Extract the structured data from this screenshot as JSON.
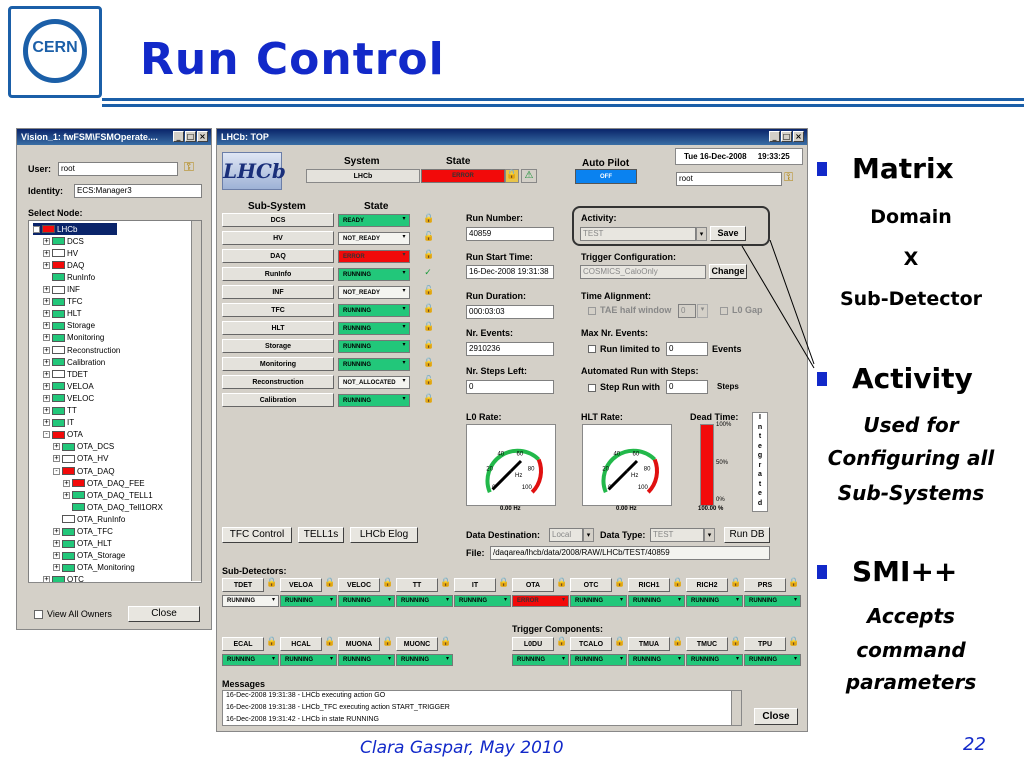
{
  "slide": {
    "title": "Run Control",
    "logo_text": "CERN",
    "footer": "Clara Gaspar, May 2010",
    "page_number": "22",
    "bullets": [
      {
        "head": "Matrix",
        "lines": [
          "Domain",
          "X",
          "Sub-Detector"
        ]
      },
      {
        "head": "Activity",
        "lines": [
          "Used for",
          "Configuring all",
          "Sub-Systems"
        ]
      },
      {
        "head": "SMI++",
        "lines": [
          "Accepts",
          "command",
          "parameters"
        ]
      }
    ]
  },
  "vision": {
    "title": "Vision_1: fwFSM\\FSMOperate....",
    "user_label": "User:",
    "user_value": "root",
    "identity_label": "Identity:",
    "identity_value": "ECS:Manager3",
    "select_node_label": "Select Node:",
    "view_all_owners": "View All Owners",
    "close": "Close",
    "tree": [
      {
        "label": "LHCb",
        "indent": 0,
        "pm": "-",
        "color": "#f20a0a",
        "selected": true
      },
      {
        "label": "DCS",
        "indent": 1,
        "pm": "+",
        "color": "#22c77a"
      },
      {
        "label": "HV",
        "indent": 1,
        "pm": "+",
        "color": "#ffffff"
      },
      {
        "label": "DAQ",
        "indent": 1,
        "pm": "+",
        "color": "#f20a0a"
      },
      {
        "label": "RunInfo",
        "indent": 1,
        "pm": "",
        "color": "#22c77a"
      },
      {
        "label": "INF",
        "indent": 1,
        "pm": "+",
        "color": "#ffffff"
      },
      {
        "label": "TFC",
        "indent": 1,
        "pm": "+",
        "color": "#22c77a"
      },
      {
        "label": "HLT",
        "indent": 1,
        "pm": "+",
        "color": "#22c77a"
      },
      {
        "label": "Storage",
        "indent": 1,
        "pm": "+",
        "color": "#22c77a"
      },
      {
        "label": "Monitoring",
        "indent": 1,
        "pm": "+",
        "color": "#22c77a"
      },
      {
        "label": "Reconstruction",
        "indent": 1,
        "pm": "+",
        "color": "#ffffff"
      },
      {
        "label": "Calibration",
        "indent": 1,
        "pm": "+",
        "color": "#22c77a"
      },
      {
        "label": "TDET",
        "indent": 1,
        "pm": "+",
        "color": "#ffffff"
      },
      {
        "label": "VELOA",
        "indent": 1,
        "pm": "+",
        "color": "#22c77a"
      },
      {
        "label": "VELOC",
        "indent": 1,
        "pm": "+",
        "color": "#22c77a"
      },
      {
        "label": "TT",
        "indent": 1,
        "pm": "+",
        "color": "#22c77a"
      },
      {
        "label": "IT",
        "indent": 1,
        "pm": "+",
        "color": "#22c77a"
      },
      {
        "label": "OTA",
        "indent": 1,
        "pm": "-",
        "color": "#f20a0a"
      },
      {
        "label": "OTA_DCS",
        "indent": 2,
        "pm": "+",
        "color": "#22c77a"
      },
      {
        "label": "OTA_HV",
        "indent": 2,
        "pm": "+",
        "color": "#ffffff"
      },
      {
        "label": "OTA_DAQ",
        "indent": 2,
        "pm": "-",
        "color": "#f20a0a"
      },
      {
        "label": "OTA_DAQ_FEE",
        "indent": 3,
        "pm": "+",
        "color": "#f20a0a"
      },
      {
        "label": "OTA_DAQ_TELL1",
        "indent": 3,
        "pm": "+",
        "color": "#22c77a"
      },
      {
        "label": "OTA_DAQ_Tell1ORX",
        "indent": 3,
        "pm": "",
        "color": "#22c77a"
      },
      {
        "label": "OTA_RunInfo",
        "indent": 2,
        "pm": "",
        "color": "#ffffff"
      },
      {
        "label": "OTA_TFC",
        "indent": 2,
        "pm": "+",
        "color": "#22c77a"
      },
      {
        "label": "OTA_HLT",
        "indent": 2,
        "pm": "+",
        "color": "#22c77a"
      },
      {
        "label": "OTA_Storage",
        "indent": 2,
        "pm": "+",
        "color": "#22c77a"
      },
      {
        "label": "OTA_Monitoring",
        "indent": 2,
        "pm": "+",
        "color": "#22c77a"
      },
      {
        "label": "OTC",
        "indent": 1,
        "pm": "+",
        "color": "#22c77a"
      }
    ]
  },
  "top": {
    "title": "LHCb: TOP",
    "lhcb_logo": "LHCb",
    "system_label": "System",
    "state_label": "State",
    "system_value": "LHCb",
    "state_value": "ERROR",
    "autopilot_label": "Auto Pilot",
    "autopilot_value": "OFF",
    "date": "Tue 16-Dec-2008",
    "time": "19:33:25",
    "user_value": "root",
    "subsystem_label": "Sub-System",
    "subsystem_state_label": "State",
    "subsystems": [
      {
        "name": "DCS",
        "state": "READY",
        "color": "g",
        "icon": "lock"
      },
      {
        "name": "HV",
        "state": "NOT_READY",
        "color": "w",
        "icon": "lock-open"
      },
      {
        "name": "DAQ",
        "state": "ERROR",
        "color": "r",
        "icon": "lock"
      },
      {
        "name": "RunInfo",
        "state": "RUNNING",
        "color": "g",
        "icon": "check"
      },
      {
        "name": "INF",
        "state": "NOT_READY",
        "color": "w",
        "icon": "lock-open"
      },
      {
        "name": "TFC",
        "state": "RUNNING",
        "color": "g",
        "icon": "lock"
      },
      {
        "name": "HLT",
        "state": "RUNNING",
        "color": "g",
        "icon": "lock"
      },
      {
        "name": "Storage",
        "state": "RUNNING",
        "color": "g",
        "icon": "lock"
      },
      {
        "name": "Monitoring",
        "state": "RUNNING",
        "color": "g",
        "icon": "lock"
      },
      {
        "name": "Reconstruction",
        "state": "NOT_ALLOCATED",
        "color": "w",
        "icon": "lock-open"
      },
      {
        "name": "Calibration",
        "state": "RUNNING",
        "color": "g",
        "icon": "lock"
      }
    ],
    "run_number_label": "Run Number:",
    "run_number": "40859",
    "run_start_label": "Run Start Time:",
    "run_start": "16-Dec-2008 19:31:38",
    "run_duration_label": "Run Duration:",
    "run_duration": "000:03:03",
    "nr_events_label": "Nr. Events:",
    "nr_events": "2910236",
    "nr_steps_label": "Nr. Steps Left:",
    "nr_steps": "0",
    "activity_label": "Activity:",
    "activity_value": "TEST",
    "save": "Save",
    "trigger_config_label": "Trigger Configuration:",
    "trigger_config_value": "COSMICS_CaloOnly",
    "change": "Change",
    "time_alignment_label": "Time Alignment:",
    "tae_label": "TAE half window",
    "tae_value": "0",
    "l0gap_label": "L0 Gap",
    "max_events_label": "Max Nr. Events:",
    "run_limited_label": "Run limited to",
    "run_limited_value": "0",
    "events_label": "Events",
    "auto_steps_label": "Automated Run with Steps:",
    "step_run_label": "Step Run with",
    "step_run_value": "0",
    "steps_label": "Steps",
    "l0rate_label": "L0 Rate:",
    "l0rate_value": "0.00 Hz",
    "hltrate_label": "HLT Rate:",
    "hltrate_value": "0.00 Hz",
    "gauge_ticks": [
      "0",
      "20",
      "40",
      "60",
      "80",
      "100"
    ],
    "gauge_unit": "Hz",
    "deadtime_label": "Dead Time:",
    "deadtime_value": "100.00 %",
    "deadtime_fraction": 1.0,
    "deadtime_ticks": [
      "100%",
      "50%",
      "0%"
    ],
    "integrated_letters": [
      "I",
      "n",
      "t",
      "e",
      "g",
      "r",
      "a",
      "t",
      "e",
      "d"
    ],
    "tfc_control": "TFC Control",
    "tell1s": "TELL1s",
    "elog": "LHCb Elog",
    "data_dest_label": "Data Destination:",
    "data_dest_value": "Local",
    "data_type_label": "Data Type:",
    "data_type_value": "TEST",
    "rundb": "Run DB",
    "file_label": "File:",
    "file_value": "/daqarea/lhcb/data/2008/RAW/LHCb/TEST/40859",
    "subdetectors_label": "Sub-Detectors:",
    "subdetectors_row1": [
      {
        "name": "TDET",
        "state": "RUNNING",
        "color": "w"
      },
      {
        "name": "VELOA",
        "state": "RUNNING",
        "color": "g"
      },
      {
        "name": "VELOC",
        "state": "RUNNING",
        "color": "g"
      },
      {
        "name": "TT",
        "state": "RUNNING",
        "color": "g"
      },
      {
        "name": "IT",
        "state": "RUNNING",
        "color": "g"
      },
      {
        "name": "OTA",
        "state": "ERROR",
        "color": "r"
      },
      {
        "name": "OTC",
        "state": "RUNNING",
        "color": "g"
      },
      {
        "name": "RICH1",
        "state": "RUNNING",
        "color": "g"
      },
      {
        "name": "RICH2",
        "state": "RUNNING",
        "color": "g"
      },
      {
        "name": "PRS",
        "state": "RUNNING",
        "color": "g"
      }
    ],
    "subdetectors_row2": [
      {
        "name": "ECAL",
        "state": "RUNNING",
        "color": "g"
      },
      {
        "name": "HCAL",
        "state": "RUNNING",
        "color": "g"
      },
      {
        "name": "MUONA",
        "state": "RUNNING",
        "color": "g"
      },
      {
        "name": "MUONC",
        "state": "RUNNING",
        "color": "g"
      }
    ],
    "trigger_components_label": "Trigger Components:",
    "trigger_components": [
      {
        "name": "L0DU",
        "state": "RUNNING",
        "color": "g"
      },
      {
        "name": "TCALO",
        "state": "RUNNING",
        "color": "g"
      },
      {
        "name": "TMUA",
        "state": "RUNNING",
        "color": "g"
      },
      {
        "name": "TMUC",
        "state": "RUNNING",
        "color": "g"
      },
      {
        "name": "TPU",
        "state": "RUNNING",
        "color": "g"
      }
    ],
    "messages_label": "Messages",
    "messages": [
      "16-Dec-2008 19:31:38 - LHCb executing action GO",
      "16-Dec-2008 19:31:38 - LHCb_TFC executing action START_TRIGGER",
      "16-Dec-2008 19:31:42 - LHCb in state RUNNING"
    ],
    "close": "Close"
  }
}
